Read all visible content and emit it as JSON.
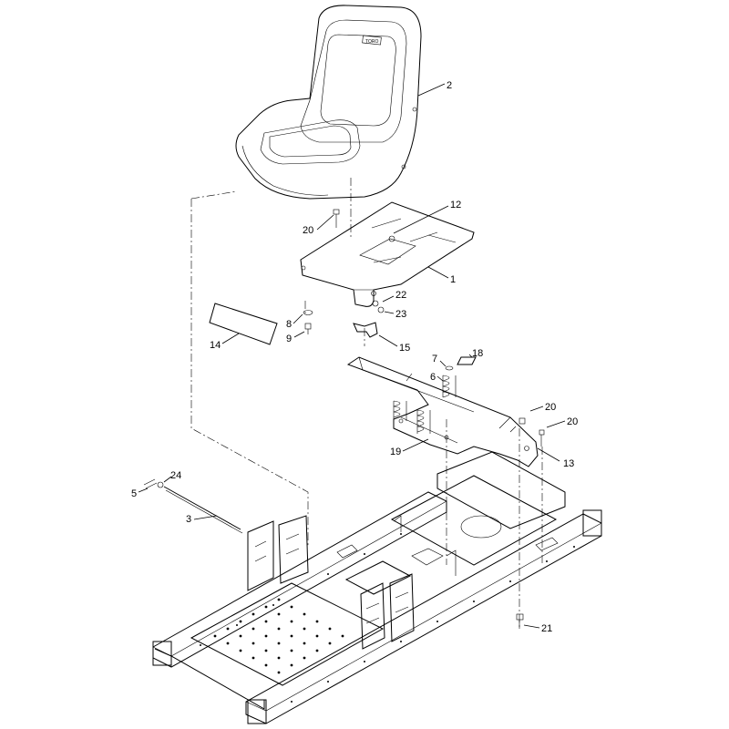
{
  "callouts": [
    {
      "id": "c2",
      "label": "2"
    },
    {
      "id": "c12",
      "label": "12"
    },
    {
      "id": "c20a",
      "label": "20"
    },
    {
      "id": "c1",
      "label": "1"
    },
    {
      "id": "c22",
      "label": "22"
    },
    {
      "id": "c23",
      "label": "23"
    },
    {
      "id": "c8",
      "label": "8"
    },
    {
      "id": "c9",
      "label": "9"
    },
    {
      "id": "c14",
      "label": "14"
    },
    {
      "id": "c15",
      "label": "15"
    },
    {
      "id": "c7",
      "label": "7"
    },
    {
      "id": "c18",
      "label": "18"
    },
    {
      "id": "c6",
      "label": "6"
    },
    {
      "id": "c20b",
      "label": "20"
    },
    {
      "id": "c20c",
      "label": "20"
    },
    {
      "id": "c19",
      "label": "19"
    },
    {
      "id": "c13",
      "label": "13"
    },
    {
      "id": "c24",
      "label": "24"
    },
    {
      "id": "c5",
      "label": "5"
    },
    {
      "id": "c3",
      "label": "3"
    },
    {
      "id": "c21",
      "label": "21"
    }
  ],
  "seat_logo": "TORO"
}
